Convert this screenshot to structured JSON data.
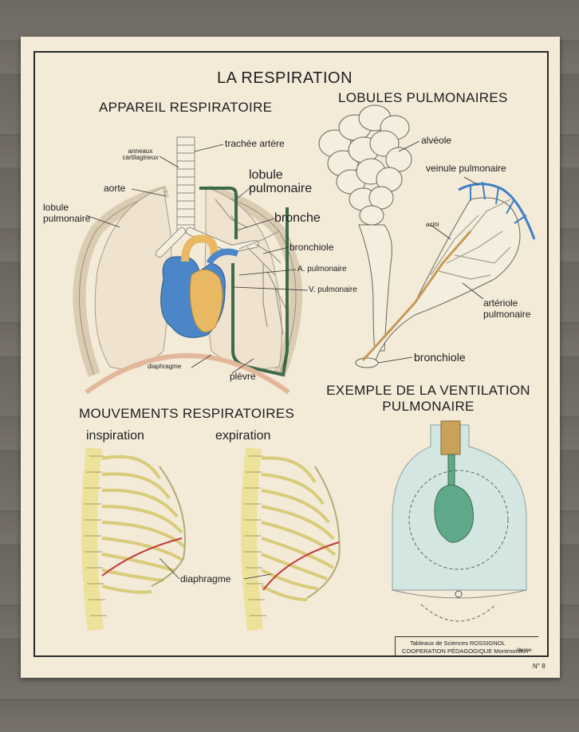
{
  "poster": {
    "title": "LA RESPIRATION",
    "number": "N° 8"
  },
  "sections": {
    "respiratory_system": {
      "heading": "APPAREIL RESPIRATOIRE",
      "labels": {
        "rings": "anneaux cartilagineux",
        "trachea": "trachée artère",
        "aorta": "aorte",
        "lobule_left": "lobule pulmonaire",
        "lobule_right": "lobule pulmonaire",
        "bronchus": "bronche",
        "bronchiole": "bronchiole",
        "pulmonary_artery": "A. pulmonaire",
        "pulmonary_vein": "V. pulmonaire",
        "diaphragm": "diaphragme",
        "pleura": "plèvre"
      }
    },
    "lobules": {
      "heading": "LOBULES PULMONAIRES",
      "labels": {
        "alveolus": "alvéole",
        "venule": "veinule pulmonaire",
        "acini": "acini",
        "arteriole": "artériole pulmonaire",
        "bronchiole": "bronchiole"
      }
    },
    "movements": {
      "heading": "MOUVEMENTS RESPIRATOIRES",
      "inspiration": "inspiration",
      "expiration": "expiration",
      "diaphragm": "diaphragme"
    },
    "ventilation": {
      "heading": "EXEMPLE DE LA VENTILATION PULMONAIRE"
    }
  },
  "credit": {
    "line1": "Tableaux de Sciences ROSSIGNOL",
    "line2": "COOPERATION PÉDAGOGIQUE  Montmorillon",
    "line3": "Vienne"
  },
  "colors": {
    "paper": "#f3ead8",
    "artery_blue": "#4a86c8",
    "heart_orange": "#e8b863",
    "vessel_green": "#3d6b4a",
    "lung_green": "#5fa98a",
    "bone_yellow": "#ece29a",
    "diaphragm_red": "#c23a3a"
  }
}
